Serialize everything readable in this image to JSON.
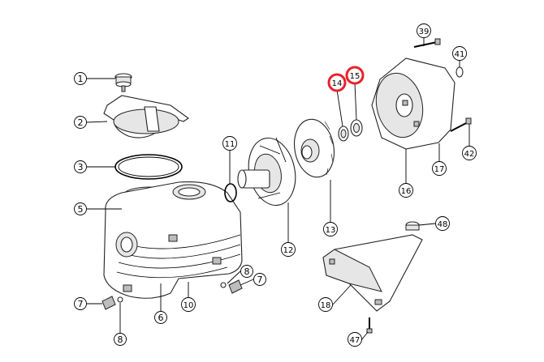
{
  "diagram": {
    "labels": {
      "p1": "1",
      "p2": "2",
      "p3": "3",
      "p5": "5",
      "p6": "6",
      "p7a": "7",
      "p7b": "7",
      "p8a": "8",
      "p8b": "8",
      "p10": "10",
      "p11": "11",
      "p12": "12",
      "p13": "13",
      "p14": "14",
      "p15": "15",
      "p16": "16",
      "p17": "17",
      "p18": "18",
      "p39": "39",
      "p41": "41",
      "p42": "42",
      "p47": "47",
      "p48": "48"
    },
    "highlight_color": "#e8202a",
    "highlighted_parts": [
      "p14",
      "p15"
    ]
  }
}
